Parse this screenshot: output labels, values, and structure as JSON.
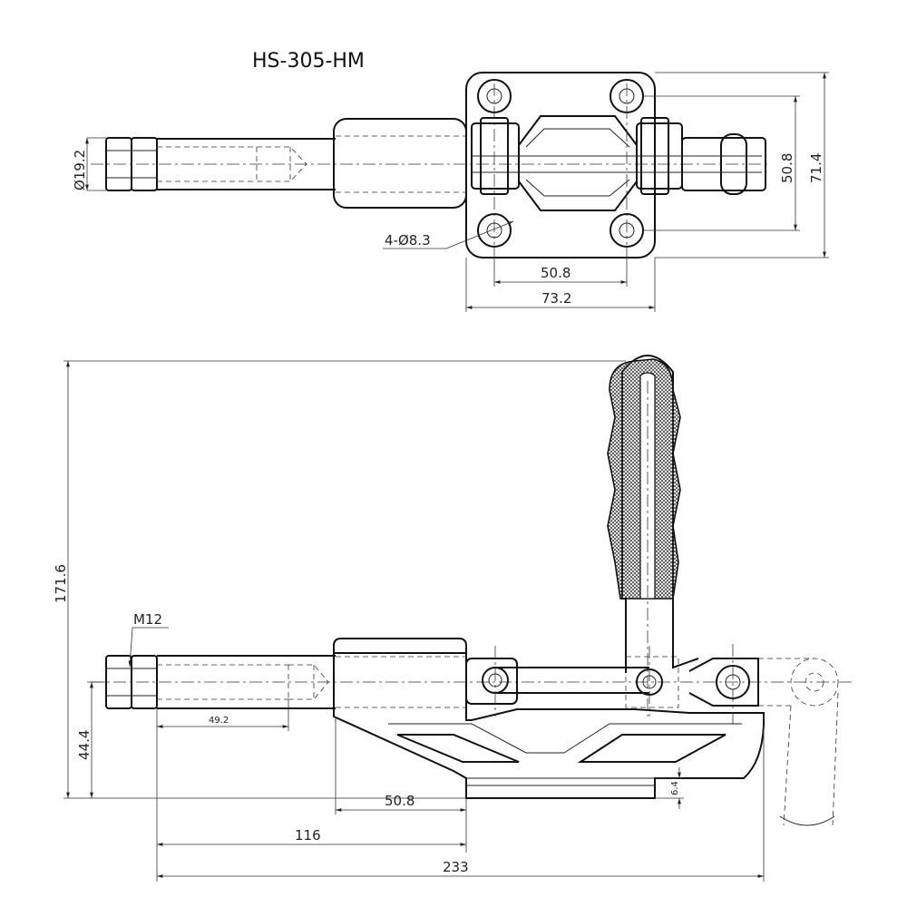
{
  "title": "HS-305-HM",
  "top_view": {
    "rod_diameter": "Ø19.2",
    "holes": "4-Ø8.3",
    "dim_hole_spacing_x": "50.8",
    "dim_width": "73.2",
    "dim_hole_spacing_y": "50.8",
    "dim_height": "71.4"
  },
  "side_view": {
    "thread": "M12",
    "dim_total_height": "171.6",
    "dim_axis_height": "44.4",
    "dim_thread_length": "49.2",
    "dim_base_thickness": "6.4",
    "dim_base_length": "50.8",
    "dim_rod_to_base": "116",
    "dim_total_length": "233"
  }
}
